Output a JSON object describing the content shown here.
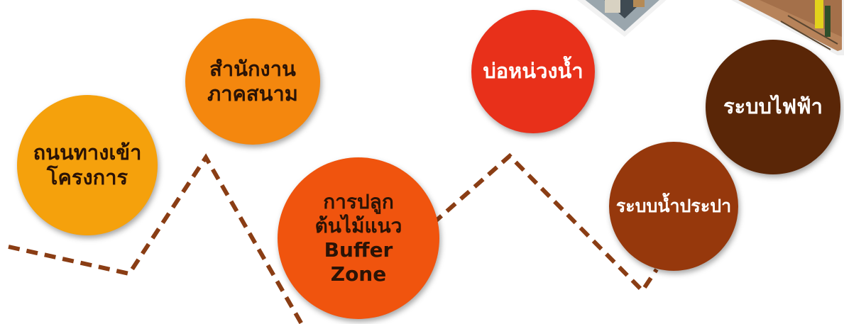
{
  "colors": {
    "path": "#8a3d14",
    "circle_1": "#f5a10c",
    "circle_2": "#f4870e",
    "circle_3": "#f0540e",
    "circle_4": "#e8301a",
    "circle_5": "#96380c",
    "circle_6": "#5a2607"
  },
  "nodes": [
    {
      "label": "ถนนทางเข้า\nโครงการ"
    },
    {
      "label": "สำนักงาน\nภาคสนาม"
    },
    {
      "label": "การปลูก\nต้นไม้แนว\nBuffer\nZone"
    },
    {
      "label": "บ่อหน่วงน้ำ"
    },
    {
      "label": "ระบบน้ำประปา"
    },
    {
      "label": "ระบบไฟฟ้า"
    }
  ]
}
